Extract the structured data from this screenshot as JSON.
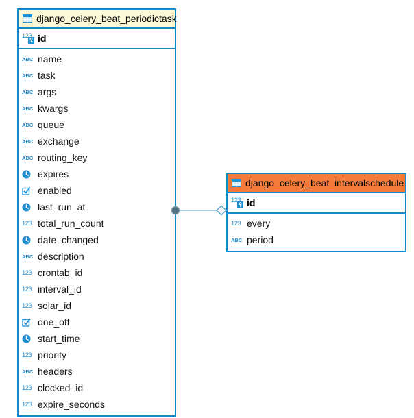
{
  "colors": {
    "table_border": "#1389ca",
    "icon_blue": "#1e8fd0",
    "left_header_bg": "#fcf7d6",
    "right_header_bg": "#f47a3a",
    "row_bg": "#ffffff",
    "relation_line": "#85bad7",
    "relation_dot_fill": "#51707f",
    "relation_diamond_stroke": "#5ba3c9",
    "text": "#000000"
  },
  "icons": {
    "table": "table-icon",
    "text_glyph": "ABC",
    "numeric_glyph": "123",
    "datetime": "clock-icon",
    "boolean": "checkbox-icon",
    "primary_key": "numeric-key-icon"
  },
  "tables": [
    {
      "title": "django_celery_beat_periodictask",
      "header_bg": "#fcf7d6",
      "columns": [
        {
          "name": "id",
          "type": "numeric",
          "key": true
        },
        {
          "name": "name",
          "type": "text"
        },
        {
          "name": "task",
          "type": "text"
        },
        {
          "name": "args",
          "type": "text"
        },
        {
          "name": "kwargs",
          "type": "text"
        },
        {
          "name": "queue",
          "type": "text"
        },
        {
          "name": "exchange",
          "type": "text"
        },
        {
          "name": "routing_key",
          "type": "text"
        },
        {
          "name": "expires",
          "type": "datetime"
        },
        {
          "name": "enabled",
          "type": "boolean"
        },
        {
          "name": "last_run_at",
          "type": "datetime"
        },
        {
          "name": "total_run_count",
          "type": "numeric"
        },
        {
          "name": "date_changed",
          "type": "datetime"
        },
        {
          "name": "description",
          "type": "text"
        },
        {
          "name": "crontab_id",
          "type": "numeric"
        },
        {
          "name": "interval_id",
          "type": "numeric"
        },
        {
          "name": "solar_id",
          "type": "numeric"
        },
        {
          "name": "one_off",
          "type": "boolean"
        },
        {
          "name": "start_time",
          "type": "datetime"
        },
        {
          "name": "priority",
          "type": "numeric"
        },
        {
          "name": "headers",
          "type": "text"
        },
        {
          "name": "clocked_id",
          "type": "numeric"
        },
        {
          "name": "expire_seconds",
          "type": "numeric"
        }
      ]
    },
    {
      "title": "django_celery_beat_intervalschedule",
      "header_bg": "#f47a3a",
      "columns": [
        {
          "name": "id",
          "type": "numeric",
          "key": true
        },
        {
          "name": "every",
          "type": "numeric"
        },
        {
          "name": "period",
          "type": "text"
        }
      ]
    }
  ],
  "relation": {
    "from_table": "django_celery_beat_periodictask",
    "to_table": "django_celery_beat_intervalschedule",
    "from_marker": "dot",
    "to_marker": "open-diamond"
  }
}
